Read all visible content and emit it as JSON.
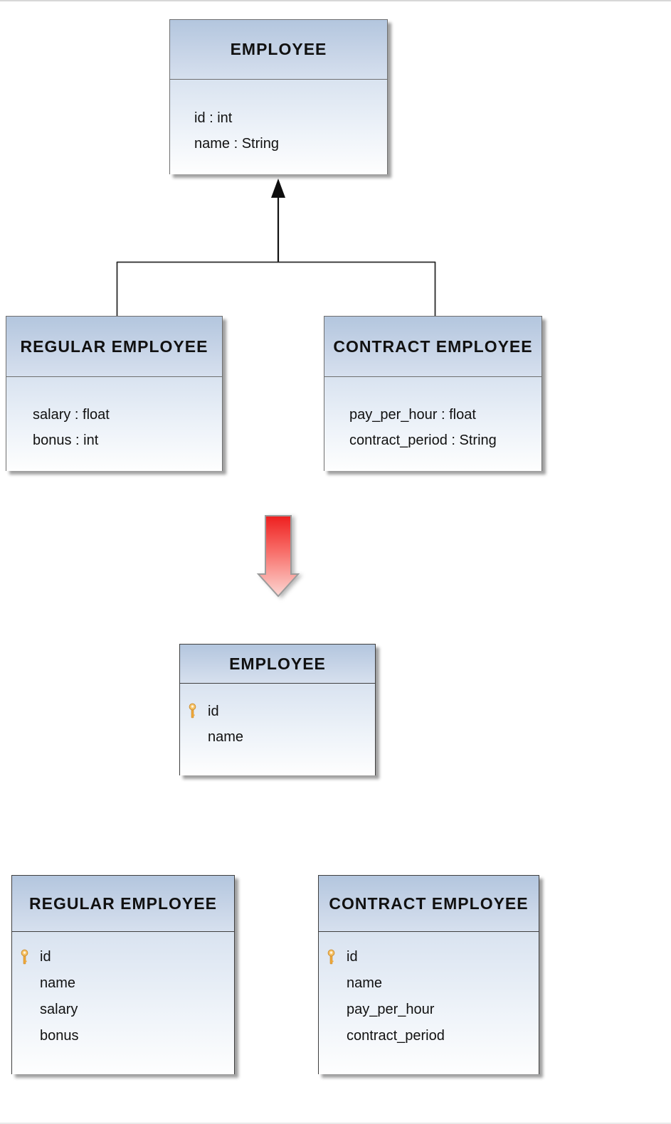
{
  "uml": {
    "employee": {
      "title": "EMPLOYEE",
      "attributes": [
        "id : int",
        "name : String"
      ]
    },
    "regular_employee": {
      "title": "REGULAR EMPLOYEE",
      "attributes": [
        "salary : float",
        "bonus : int"
      ]
    },
    "contract_employee": {
      "title": "CONTRACT EMPLOYEE",
      "attributes": [
        "pay_per_hour : float",
        "contract_period : String"
      ]
    }
  },
  "tables": {
    "employee": {
      "title": "EMPLOYEE",
      "columns": [
        {
          "name": "id",
          "primary_key": true
        },
        {
          "name": "name",
          "primary_key": false
        }
      ]
    },
    "regular_employee": {
      "title": "REGULAR EMPLOYEE",
      "columns": [
        {
          "name": "id",
          "primary_key": true
        },
        {
          "name": "name",
          "primary_key": false
        },
        {
          "name": "salary",
          "primary_key": false
        },
        {
          "name": "bonus",
          "primary_key": false
        }
      ]
    },
    "contract_employee": {
      "title": "CONTRACT EMPLOYEE",
      "columns": [
        {
          "name": "id",
          "primary_key": true
        },
        {
          "name": "name",
          "primary_key": false
        },
        {
          "name": "pay_per_hour",
          "primary_key": false
        },
        {
          "name": "contract_period",
          "primary_key": false
        }
      ]
    }
  },
  "icons": {
    "primary_key": "key-icon",
    "transform": "red-down-arrow-icon",
    "inheritance": "hollow-line-up-arrow"
  },
  "colors": {
    "header_gradient_top": "#b3c6de",
    "header_gradient_bottom": "#d6e0ee",
    "body_gradient_top": "#d9e3f0",
    "body_gradient_bottom": "#fefefe",
    "box_border": "#6f6f6f",
    "table_border": "#3f3f3f",
    "connector_line": "#2a2a2a",
    "key_gold": "#f0a73c",
    "arrow_red_top": "#ee1f1f",
    "arrow_red_bottom": "#fcd7d3"
  }
}
